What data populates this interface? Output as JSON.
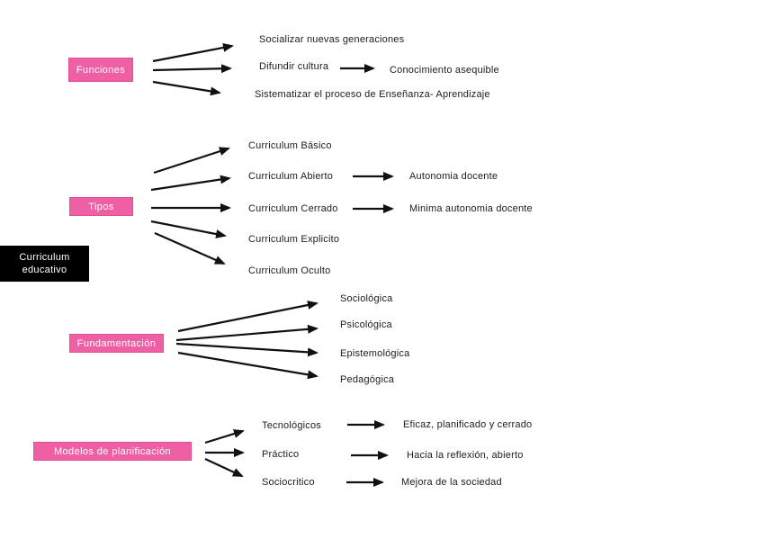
{
  "colors": {
    "cat-bg": "#ee5fa3",
    "cat-border": "#e04f95",
    "cat-text": "#ffffff",
    "root-bg": "#000000",
    "root-text": "#ffffff",
    "text": "#1c1c1c",
    "arrow": "#111111"
  },
  "root": {
    "label": "Curriculum educativo"
  },
  "branches": {
    "funciones": {
      "label": "Funciones",
      "items": {
        "socializar": "Socializar nuevas generaciones",
        "difundir": "Difundir cultura",
        "sistematizar": "Sistematizar el proceso de Enseñanza- Aprendizaje"
      },
      "outcomes": {
        "conocimiento": "Conocimiento asequible"
      }
    },
    "tipos": {
      "label": "Tipos",
      "items": {
        "basico": "Curriculum Básico",
        "abierto": "Curriculum Abierto",
        "cerrado": "Curriculum Cerrado",
        "explicito": "Curriculum Explicito",
        "oculto": "Curriculum Oculto"
      },
      "outcomes": {
        "autonomia": "Autonomia docente",
        "minima": "Minima autonomia docente"
      }
    },
    "fundamentacion": {
      "label": "Fundamentación",
      "items": {
        "sociologica": "Sociológica",
        "psicologica": "Psicológica",
        "epistemologica": "Epistemológica",
        "pedagogica": "Pedagógica"
      }
    },
    "modelos": {
      "label": "Modelos de planificación",
      "items": {
        "tecnologicos": "Tecnológicos",
        "practico": "Práctico",
        "sociocritico": "Sociocritico"
      },
      "outcomes": {
        "eficaz": "Eficaz, planificado y cerrado",
        "hacia": "Hacia la reflexión, abierto",
        "mejora": "Mejora de la sociedad"
      }
    }
  }
}
